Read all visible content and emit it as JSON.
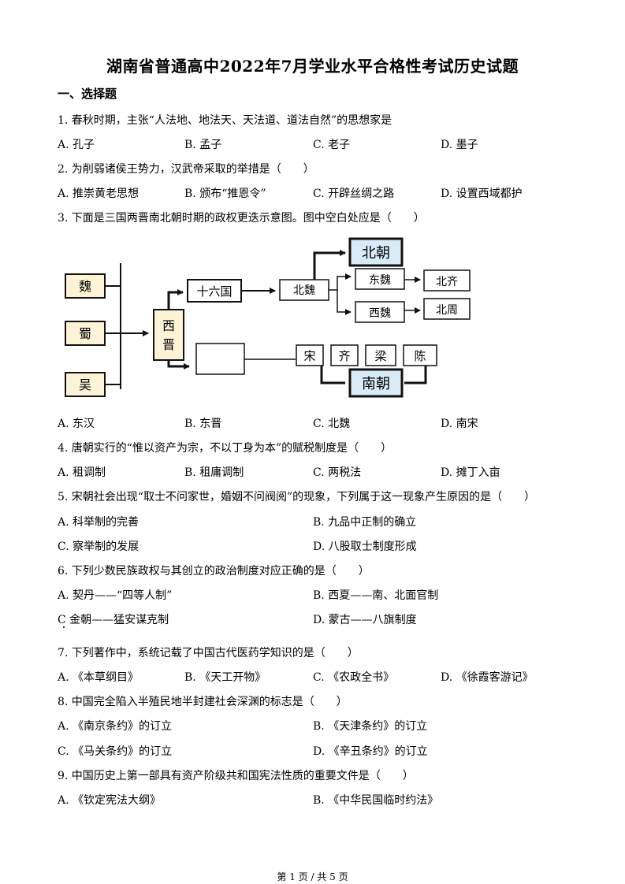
{
  "title": "湖南省普通高中2022年7月学业水平合格性考试历史试题",
  "section": "一、选择题",
  "questions": [
    {
      "stem": "1. 春秋时期，主张“人法地、地法天、天法道、道法自然”的思想家是",
      "options": [
        "A. 孔子",
        "B. 孟子",
        "C. 老子",
        "D. 墨子"
      ]
    },
    {
      "stem": "2. 为削弱诸侯王势力，汉武帝采取的举措是（　　）",
      "options": [
        "A. 推崇黄老思想",
        "B. 颁布“推恩令”",
        "C. 开辟丝绸之路",
        "D. 设置西域都护"
      ]
    },
    {
      "stem": "3. 下面是三国两晋南北朝时期的政权更迭示意图。图中空白处应是（　　）",
      "options": [
        "A. 东汉",
        "B. 东晋",
        "C. 北魏",
        "D. 南宋"
      ]
    },
    {
      "stem": "4. 唐朝实行的“惟以资产为宗，不以丁身为本”的赋税制度是（　　）",
      "options": [
        "A. 租调制",
        "B. 租庸调制",
        "C. 两税法",
        "D. 摊丁入亩"
      ]
    },
    {
      "stem": "5. 宋朝社会出现“取士不问家世，婚姻不问阀阅”的现象，下列属于这一现象产生原因的是（　　）",
      "options": [
        "A. 科举制的完善",
        "B. 九品中正制的确立",
        "C. 察举制的发展",
        "D. 八股取士制度形成"
      ]
    },
    {
      "stem": "6. 下列少数民族政权与其创立的政治制度对应正确的是（　　）",
      "options": [
        "A. 契丹——“四等人制”",
        "B. 西夏——南、北面官制",
        "C  金朝——猛安谋克制",
        "D. 蒙古——八旗制度"
      ]
    },
    {
      "stem": "7. 下列著作中，系统记载了中国古代医药学知识的是（　　）",
      "options": [
        "A. 《本草纲目》",
        "B. 《天工开物》",
        "C. 《农政全书》",
        "D. 《徐霞客游记》"
      ]
    },
    {
      "stem": "8. 中国完全陷入半殖民地半封建社会深渊的标志是（　　）",
      "options": [
        "A. 《南京条约》的订立",
        "B. 《天津条约》的订立",
        "C. 《马关条约》的订立",
        "D. 《辛丑条约》的订立"
      ]
    },
    {
      "stem": "9. 中国历史上第一部具有资产阶级共和国宪法性质的重要文件是（　　）",
      "options": [
        "A. 《钦定宪法大纲》",
        "B. 《中华民国临时约法》"
      ]
    }
  ],
  "diagram": {
    "three_kingdoms": [
      "魏",
      "蜀",
      "吴"
    ],
    "xijin": [
      "西",
      "晋"
    ],
    "sixteen": "十六国",
    "beiwei": "北魏",
    "dongwei": "东魏",
    "xiwei": "西魏",
    "beiqi": "北齐",
    "beizhou": "北周",
    "beichao": "北朝",
    "nanchao": "南朝",
    "southern": [
      "宋",
      "齐",
      "梁",
      "陈"
    ],
    "colors": {
      "tan": "#fdf4d8",
      "blue": "#d7ecf8",
      "stroke": "#111111"
    }
  },
  "footer": "第 1 页 / 共 5 页"
}
